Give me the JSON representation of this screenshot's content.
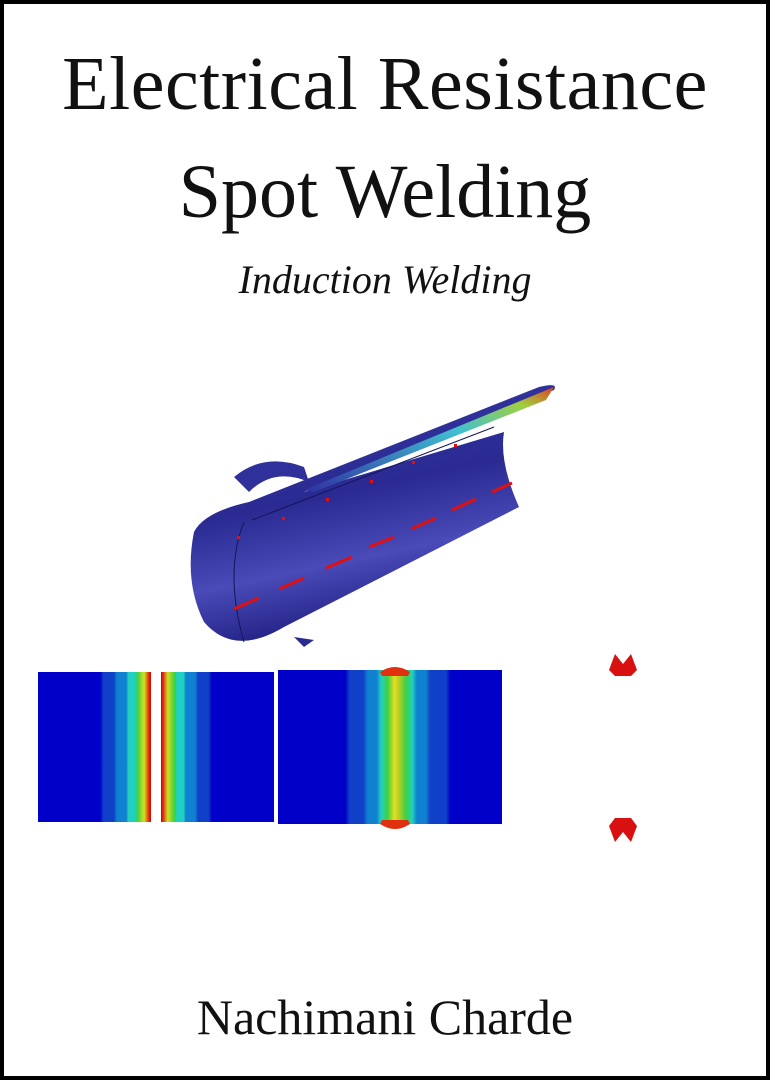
{
  "cover": {
    "title_line1": "Electrical Resistance",
    "title_line2": "Spot Welding",
    "subtitle": "Induction Welding",
    "author": "Nachimani Charde"
  },
  "colors": {
    "steel_blue": "#2a2a9a",
    "cold": "#0000c8",
    "hot": "#d00000"
  }
}
